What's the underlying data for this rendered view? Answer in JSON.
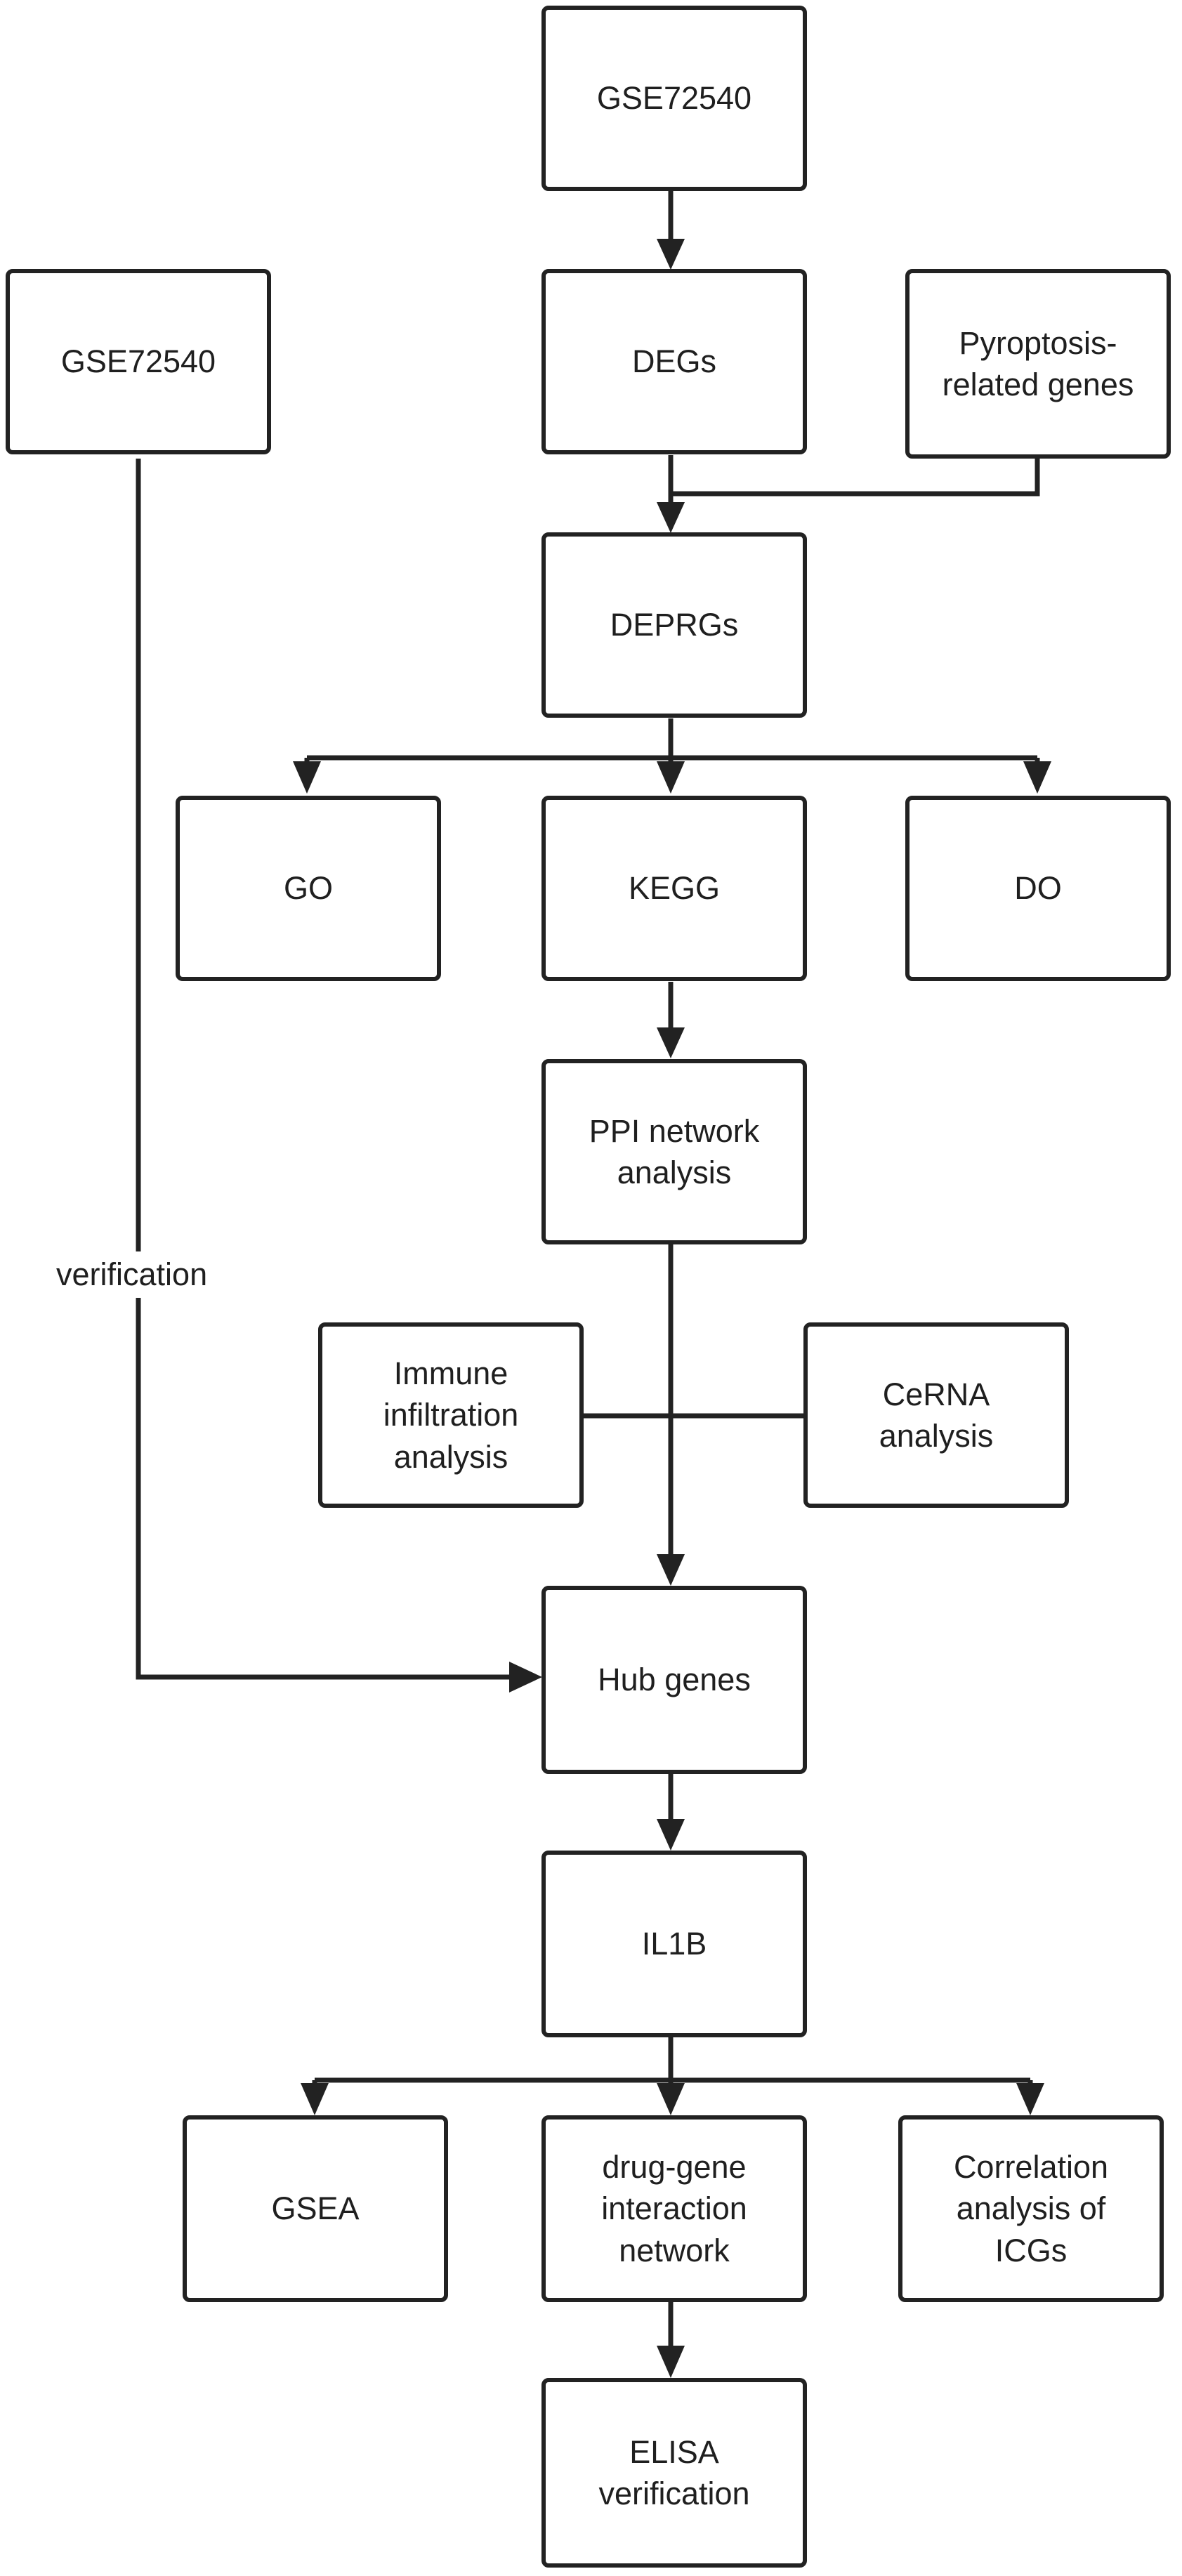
{
  "nodes": {
    "gse_top": "GSE72540",
    "gse_left": "GSE72540",
    "degs": "DEGs",
    "pyroptosis": "Pyroptosis-\nrelated genes",
    "deprgs": "DEPRGs",
    "go": "GO",
    "kegg": "KEGG",
    "do": "DO",
    "ppi": "PPI network\nanalysis",
    "immune": "Immune\ninfiltration\nanalysis",
    "cerna": "CeRNA\nanalysis",
    "hub": "Hub genes",
    "il1b": "IL1B",
    "gsea": "GSEA",
    "drug": "drug-gene\ninteraction\nnetwork",
    "correlation": "Correlation\nanalysis of\nICGs",
    "elisa": "ELISA\nverification"
  },
  "edge_labels": {
    "verification": "verification"
  }
}
